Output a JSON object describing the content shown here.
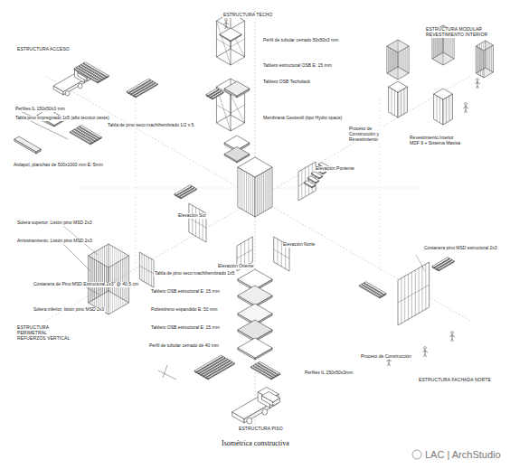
{
  "diagram": {
    "caption": "Isométrica constructiva",
    "labels": [
      "ESTRUCTURA TECHO",
      "ESTRUCTURA ACCESO",
      "ESTRUCTURA MODULAR REVESTIMIENTO INTERIOR",
      "Perfiles IL 150x50x3 mm",
      "Tabla pino impregnado 1x5 (alto técnico oeste)",
      "Tabla de pino seco machihembrado 1/2 x 5",
      "Aislapol, planchas de 500x1000 mm E: 5mm",
      "Perfil de tubular cerrado 50x50x3 mm",
      "Tablero estructural OSB E: 15 mm",
      "Tablero OSB Techolack",
      "Membrana Geotextil (tipo Hydro space)",
      "Proceso de Construcción y Revestimiento",
      "Revestimiento Interior MDF 9 + Sistema Masisa",
      "Elevación Sur",
      "Elevación Poniente",
      "Elevación Oriente",
      "Elevación Norte",
      "Costanera pino MSD estructural 2x3",
      "Proceso de Construcción",
      "ESTRUCTURA FACHADA NORTE",
      "Solera superior, Listón pino MSD 2x3",
      "Arriostramiento, Listón pino MSD 2x3",
      "Costanera de Pino MSD Estructural 2x3\" @ 40,5 cm",
      "Solera inferior, listón pino MSD 2x3",
      "ESTRUCTURA PERIMETRAL REFUERZOS VERTICAL",
      "Tabla de pino seco machihembrado 1x5",
      "Tablero OSB estructural E: 15 mm",
      "Poliestireno expandido E: 50 mm",
      "Tablero OSB estructural E: 15 mm",
      "Perfil de tubular cerrado de 40 mm",
      "Perfiles IL 150x50x3mm",
      "ESTRUCTURA PISO",
      "LAC | ArchStudio"
    ]
  }
}
